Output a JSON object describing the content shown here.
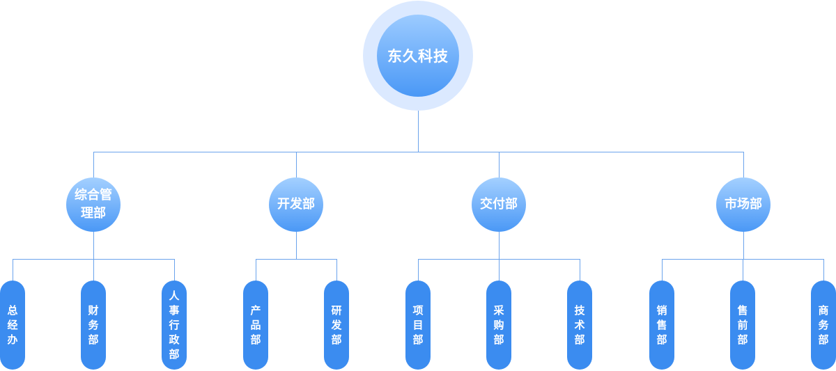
{
  "root": {
    "label": "东久科技"
  },
  "departments": [
    {
      "label": "综合管理部",
      "children": [
        {
          "label": "总经办"
        },
        {
          "label": "财务部"
        },
        {
          "label": "人事行政部"
        }
      ]
    },
    {
      "label": "开发部",
      "children": [
        {
          "label": "产品部"
        },
        {
          "label": "研发部"
        }
      ]
    },
    {
      "label": "交付部",
      "children": [
        {
          "label": "项目部"
        },
        {
          "label": "采购部"
        },
        {
          "label": "技术部"
        }
      ]
    },
    {
      "label": "市场部",
      "children": [
        {
          "label": "销售部"
        },
        {
          "label": "售前部"
        },
        {
          "label": "商务部"
        }
      ]
    }
  ],
  "colors": {
    "root": "#4a98f6",
    "halo": "#dbe9ff",
    "department": "#4a98f6",
    "leaf": "#3b8cf0",
    "connector": "#6aa3ec"
  }
}
